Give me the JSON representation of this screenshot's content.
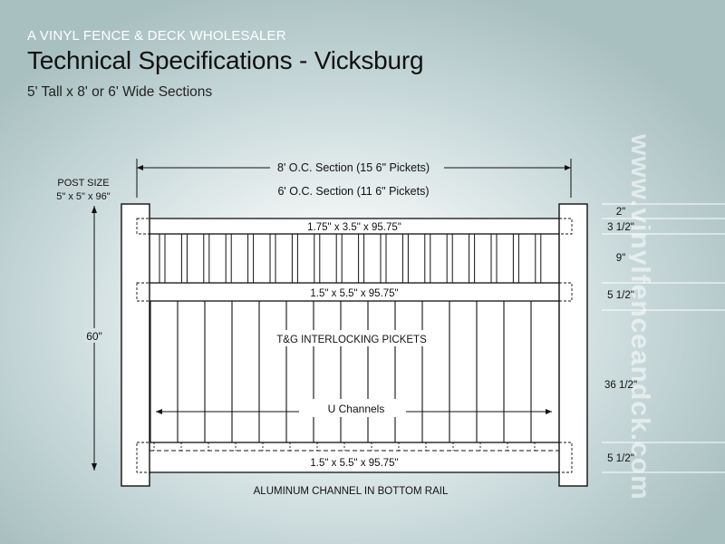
{
  "header": {
    "tagline": "A VINYL FENCE & DECK WHOLESALER",
    "title": "Technical Specifications - Vicksburg",
    "subtitle": "5' Tall x 8' or 6' Wide Sections"
  },
  "watermark": "www.vinylfenceandck.com",
  "diagram": {
    "section_8ft": "8' O.C. Section (15  6\" Pickets)",
    "section_6ft": "6' O.C. Section (11  6\" Pickets)",
    "post_size_label": "POST SIZE",
    "post_size_value": "5\" x 5\" x 96\"",
    "height_label": "60\"",
    "top_rail": "1.75\" x 3.5\" x 95.75\"",
    "middle_rail": "1.5\" x 5.5\" x 95.75\"",
    "bottom_rail": "1.5\" x 5.5\" x 95.75\"",
    "pickets_label": "T&G INTERLOCKING PICKETS",
    "u_channels_label": "U Channels",
    "aluminum_label": "ALUMINUM CHANNEL IN BOTTOM RAIL",
    "dimensions": [
      "2\"",
      "3 1/2\"",
      "9\"",
      "5 1/2\"",
      "36 1/2\"",
      "5 1/2\""
    ]
  }
}
